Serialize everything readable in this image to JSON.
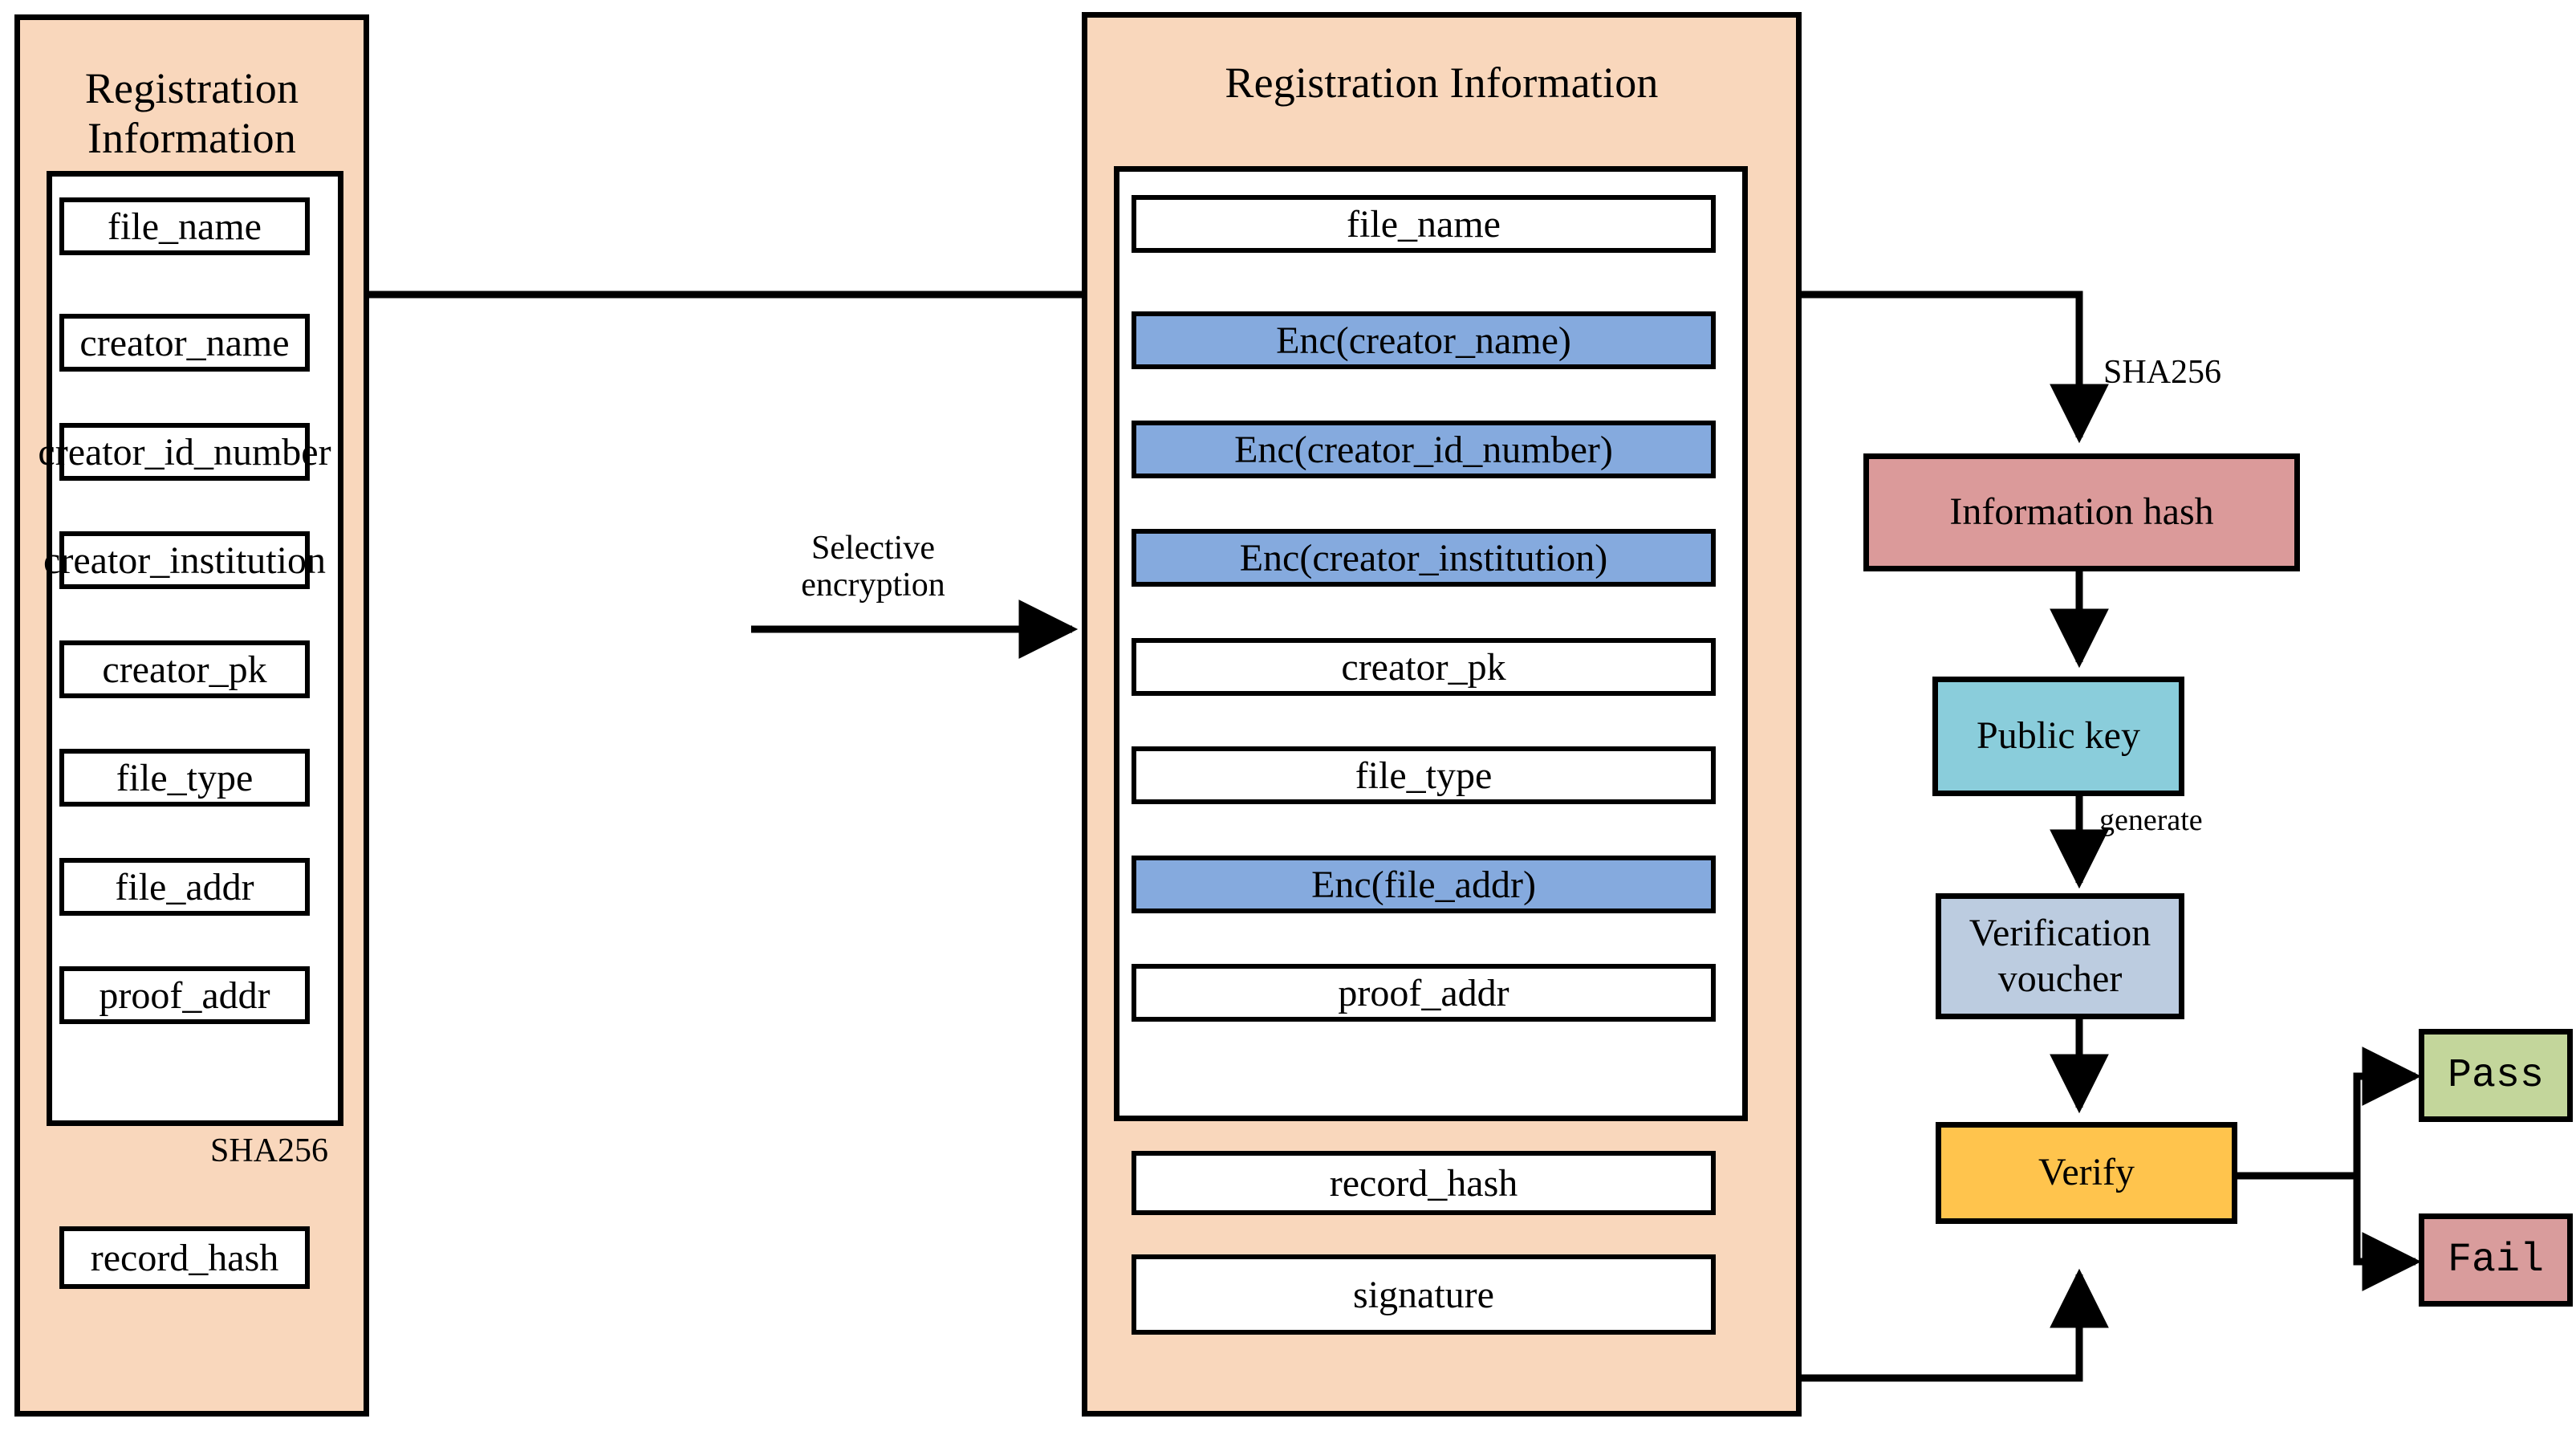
{
  "diagram": {
    "title": "Selective encryption and verification flow of registration information",
    "colors": {
      "panel_fill": "#F9D7BC",
      "encrypted_field": "#85AADE",
      "information_hash": "#DB9A9A",
      "public_key": "#8ACDDB",
      "verification_voucher": "#BCCCE0",
      "verify": "#FFC44D",
      "pass": "#C3D69B",
      "fail": "#D99C9C",
      "stroke": "#000000",
      "field_fill": "#FFFFFF"
    }
  },
  "left_panel": {
    "title": "Registration Information",
    "fields": [
      {
        "label": "file_name",
        "encrypted": false
      },
      {
        "label": "creator_name",
        "encrypted": false
      },
      {
        "label": "creator_id_number",
        "encrypted": false
      },
      {
        "label": "creator_institution",
        "encrypted": false
      },
      {
        "label": "creator_pk",
        "encrypted": false
      },
      {
        "label": "file_type",
        "encrypted": false
      },
      {
        "label": "file_addr",
        "encrypted": false
      },
      {
        "label": "proof_addr",
        "encrypted": false
      }
    ],
    "hash_edge_label": "SHA256",
    "record_hash": "record_hash"
  },
  "middle_panel": {
    "title": "Registration Information",
    "fields": [
      {
        "label": "file_name",
        "encrypted": false
      },
      {
        "label": "Enc(creator_name)",
        "encrypted": true
      },
      {
        "label": "Enc(creator_id_number)",
        "encrypted": true
      },
      {
        "label": "Enc(creator_institution)",
        "encrypted": true
      },
      {
        "label": "creator_pk",
        "encrypted": false
      },
      {
        "label": "file_type",
        "encrypted": false
      },
      {
        "label": "Enc(file_addr)",
        "encrypted": true
      },
      {
        "label": "proof_addr",
        "encrypted": false
      }
    ],
    "outer_fields": [
      {
        "label": "record_hash"
      },
      {
        "label": "signature"
      }
    ]
  },
  "transform": {
    "label_line1": "Selective",
    "label_line2": "encryption"
  },
  "verification": {
    "sha256_label": "SHA256",
    "generate_label": "generate",
    "information_hash": "Information hash",
    "public_key": "Public key",
    "voucher_line1": "Verification",
    "voucher_line2": "voucher",
    "verify": "Verify",
    "pass": "Pass",
    "fail": "Fail"
  }
}
